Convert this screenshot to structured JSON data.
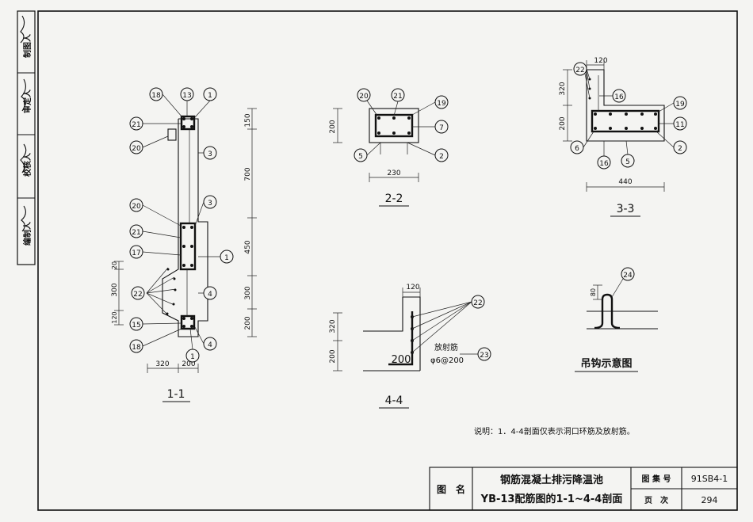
{
  "side_strip": {
    "approve_label": "审定人",
    "check_label": "校核人",
    "draw_label": "制图人",
    "design_label": "编制人"
  },
  "sections": {
    "s11": {
      "title": "1-1",
      "dims_right": [
        "150",
        "700",
        "450",
        "300",
        "200"
      ],
      "dims_left": [
        "20",
        "300",
        "120"
      ],
      "dims_bottom": [
        "320",
        "200"
      ],
      "bubbles": [
        "18",
        "13",
        "1",
        "21",
        "20",
        "3",
        "20",
        "3",
        "21",
        "17",
        "1",
        "22",
        "4",
        "15",
        "4",
        "18",
        "1"
      ]
    },
    "s22": {
      "title": "2-2",
      "dim_height": "200",
      "dim_width": "230",
      "bubbles": [
        "20",
        "21",
        "19",
        "7",
        "5",
        "2"
      ]
    },
    "s33": {
      "title": "3-3",
      "dim_top": "120",
      "dim_h1": "320",
      "dim_h2": "200",
      "dim_width": "440",
      "bubbles": [
        "22",
        "16",
        "19",
        "11",
        "6",
        "16",
        "5",
        "2"
      ]
    },
    "s44": {
      "title": "4-4",
      "dim_top": "120",
      "dim_h1": "320",
      "dim_h2": "200",
      "dim_inner": "200",
      "label_radial": "放射筋",
      "label_radial_spec": "φ6@200",
      "bubbles": [
        "22",
        "23"
      ]
    },
    "hook": {
      "title": "吊钩示意图",
      "dim": "80",
      "bubble": "24"
    }
  },
  "note": "说明：1．4-4剖面仅表示洞口环筋及放射筋。",
  "title_block": {
    "name_label": "图　名",
    "drawing_name_line1": "钢筋混凝土排污降温池",
    "drawing_name_line2": "YB-13配筋图的1-1~4-4剖面",
    "atlas_label": "图 集 号",
    "atlas_value": "91SB4-1",
    "page_label": "页　次",
    "page_value": "294"
  }
}
